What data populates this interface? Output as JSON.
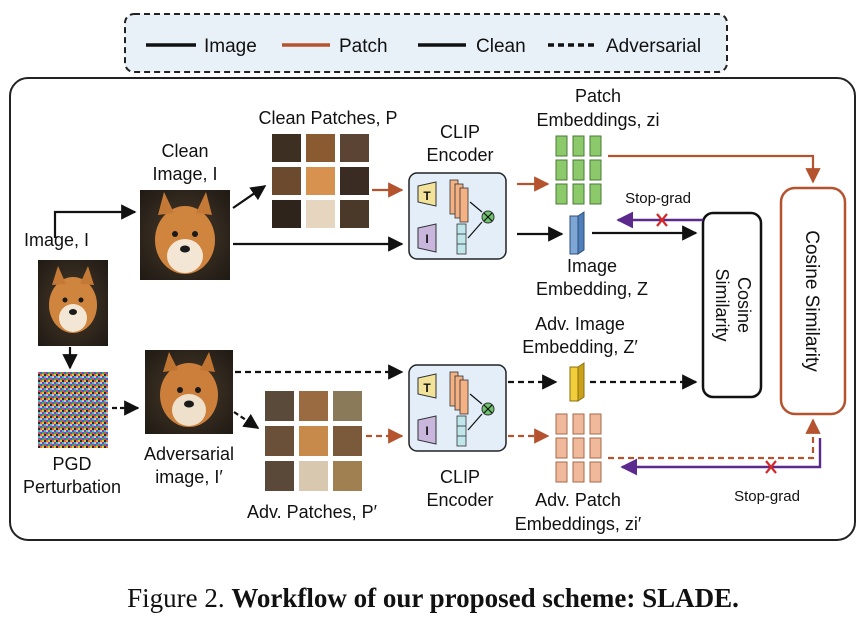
{
  "legend": {
    "image": "Image",
    "patch": "Patch",
    "clean": "Clean",
    "adversarial": "Adversarial"
  },
  "labels": {
    "image_input": "Image, I",
    "pgd_1": "PGD",
    "pgd_2": "Perturbation",
    "clean_image_1": "Clean",
    "clean_image_2": "Image, I",
    "adv_image_1": "Adversarial",
    "adv_image_2": "image, I′",
    "clean_patches": "Clean Patches, P",
    "adv_patches": "Adv. Patches, P′",
    "clip_top_1": "CLIP",
    "clip_top_2": "Encoder",
    "clip_bottom_1": "CLIP",
    "clip_bottom_2": "Encoder",
    "patch_emb_1": "Patch",
    "patch_emb_2": "Embeddings, zi",
    "image_emb_1": "Image",
    "image_emb_2": "Embedding, Z",
    "adv_image_emb_1": "Adv. Image",
    "adv_image_emb_2": "Embedding, Z′",
    "adv_patch_emb_1": "Adv. Patch",
    "adv_patch_emb_2": "Embeddings, zi′",
    "stopgrad_top": "Stop-grad",
    "stopgrad_bottom": "Stop-grad",
    "cosine_small_1": "Cosine",
    "cosine_small_2": "Similarity",
    "cosine_big": "Cosine Similarity",
    "encoder_t": "T",
    "encoder_i": "I"
  },
  "caption": {
    "prefix": "Figure 2. ",
    "bold": "Workflow of our proposed scheme: SLADE."
  },
  "colors": {
    "black": "#111111",
    "patch_brown": "#b5532f",
    "stopgrad_purple": "#5b2a8c",
    "cross_red": "#d62728",
    "legend_bg": "#e9f1f8",
    "encoder_bg": "#e3eef8",
    "green_cube": "#8cc96a",
    "blue_cube": "#7ea7d6",
    "yellow_cube": "#f2cf3a",
    "peach_cube": "#f0b99c"
  }
}
